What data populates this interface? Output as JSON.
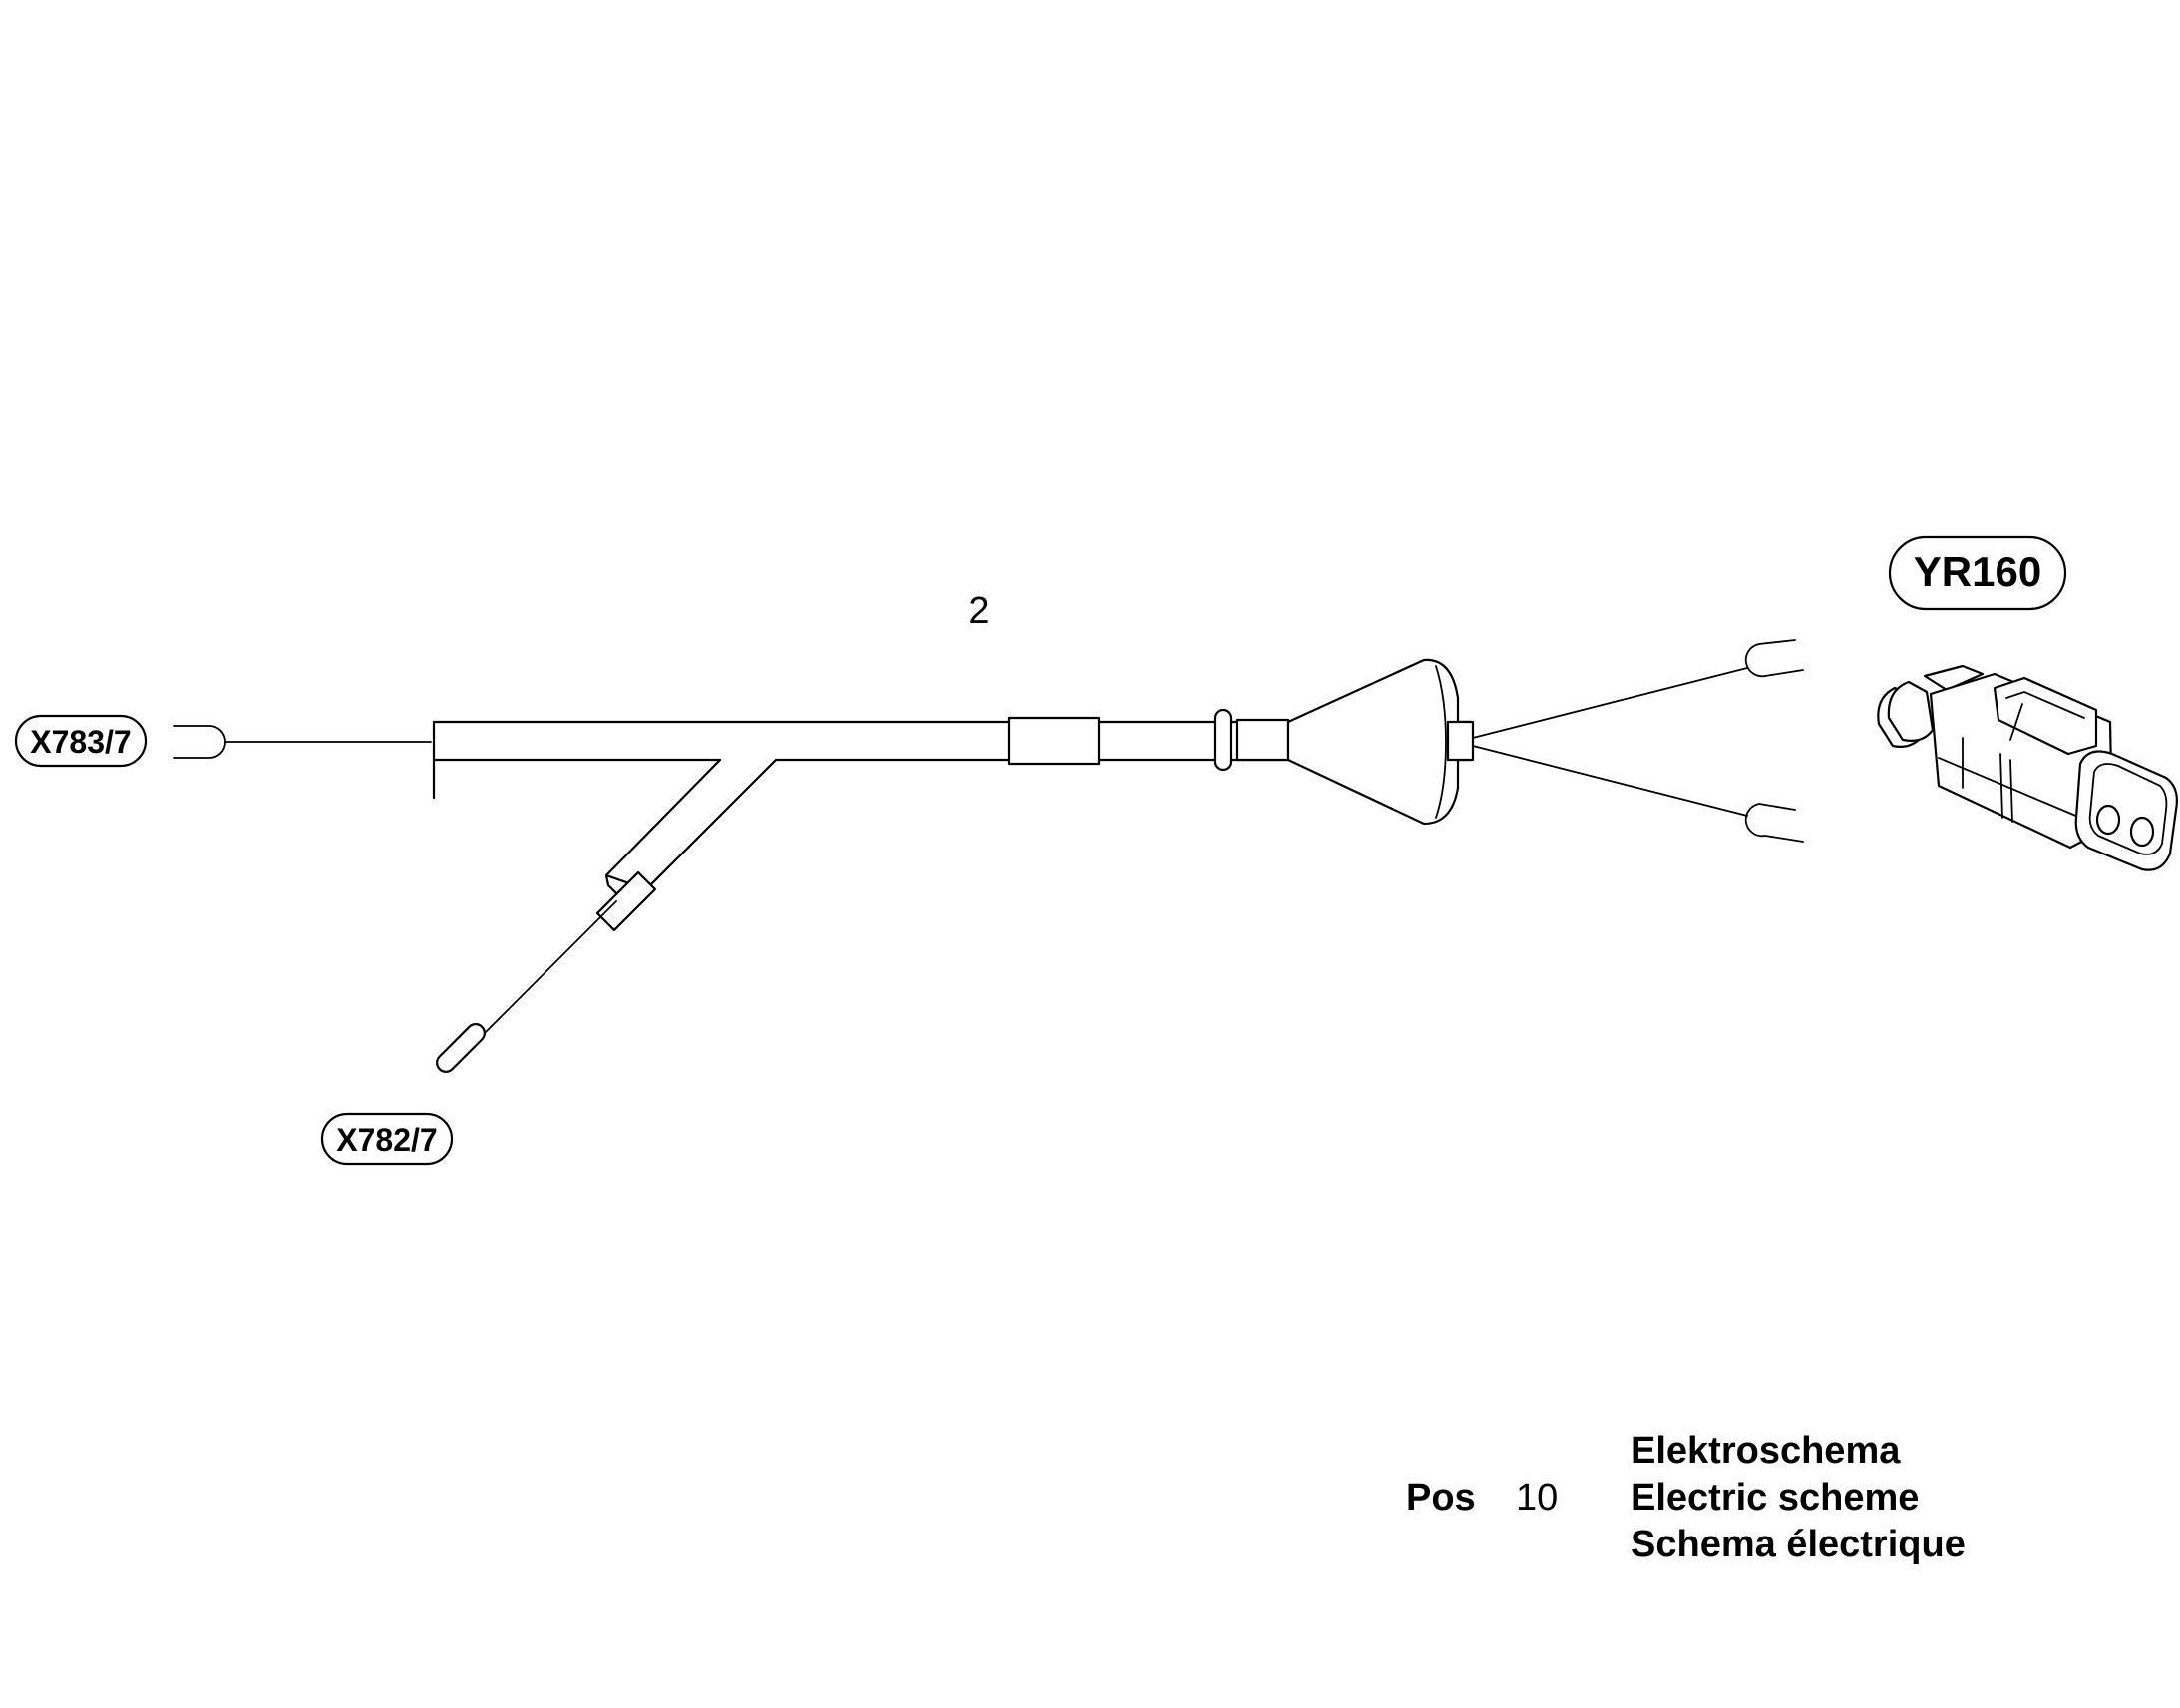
{
  "labels": {
    "x783": "X783/7",
    "x782": "X782/7",
    "yr160": "YR160",
    "item_number": "2"
  },
  "title_block": {
    "pos_label": "Pos",
    "pos_number": "10",
    "line_de": "Elektroschema",
    "line_en": "Electric scheme",
    "line_fr": "Schema électrique"
  }
}
